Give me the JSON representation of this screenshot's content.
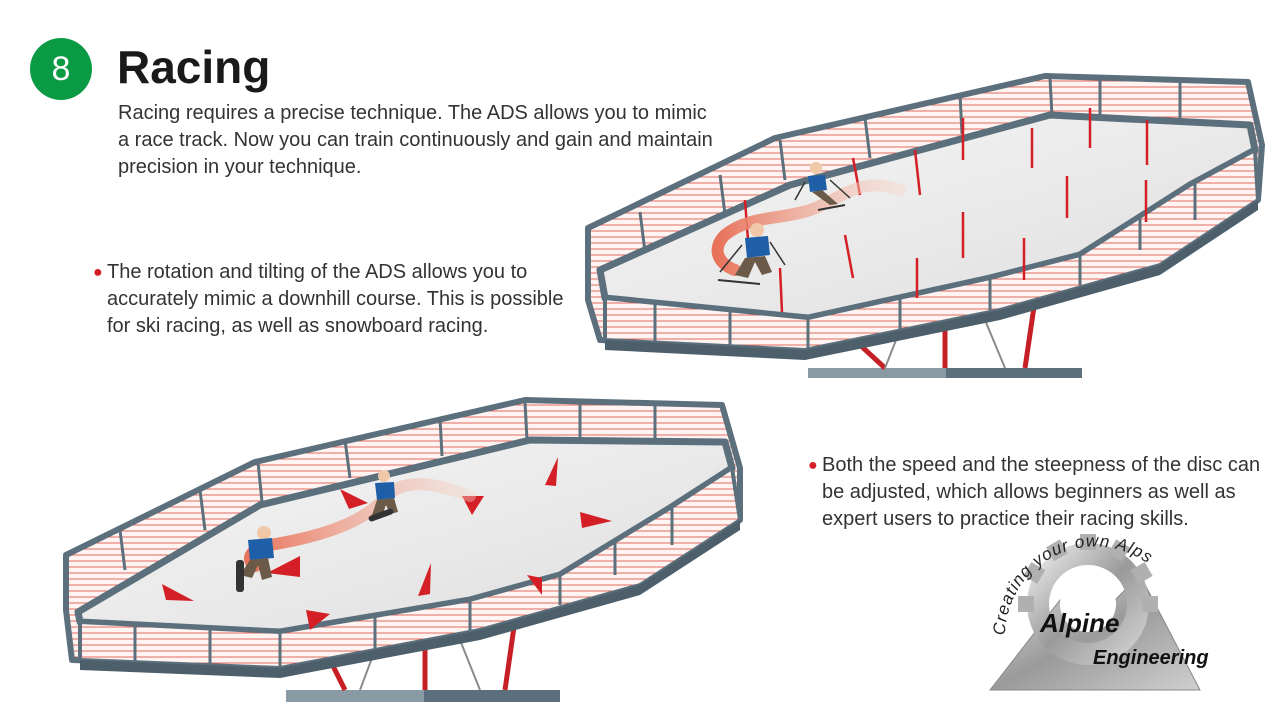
{
  "section": {
    "number": "8",
    "title": "Racing"
  },
  "intro": "Racing requires a precise technique. The ADS allows you to mimic a race track. Now you can train continuously and gain and maintain precision in your technique.",
  "bullets": [
    "The rotation and tilting of the ADS allows you to accurately mimic a downhill course. This is possible for ski racing, as well as snowboard racing.",
    "Both the speed and the steepness of the disc can be adjusted, which allows beginners as well as expert users to practice their racing skills."
  ],
  "logo": {
    "tagline": "Creating your own Alps",
    "name_line1": "Alpine",
    "name_line2": "Engineering"
  },
  "colors": {
    "badge": "#0a9a44",
    "accent_red": "#d51f26",
    "rail": "#5b6f7c"
  }
}
